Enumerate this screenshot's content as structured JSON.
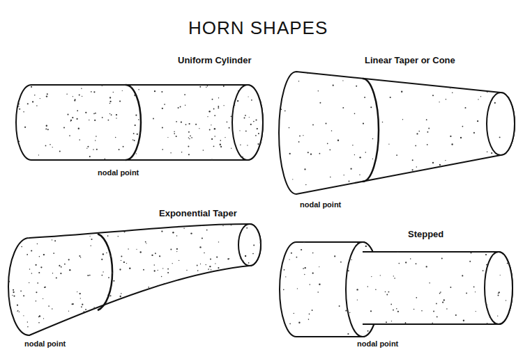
{
  "diagram": {
    "title": "HORN SHAPES",
    "labels": [
      "Uniform Cylinder",
      "nodal point",
      "Linear Taper or Cone",
      "nodal point",
      "Exponential Taper",
      "nodal point",
      "Stepped",
      "nodal point"
    ]
  }
}
